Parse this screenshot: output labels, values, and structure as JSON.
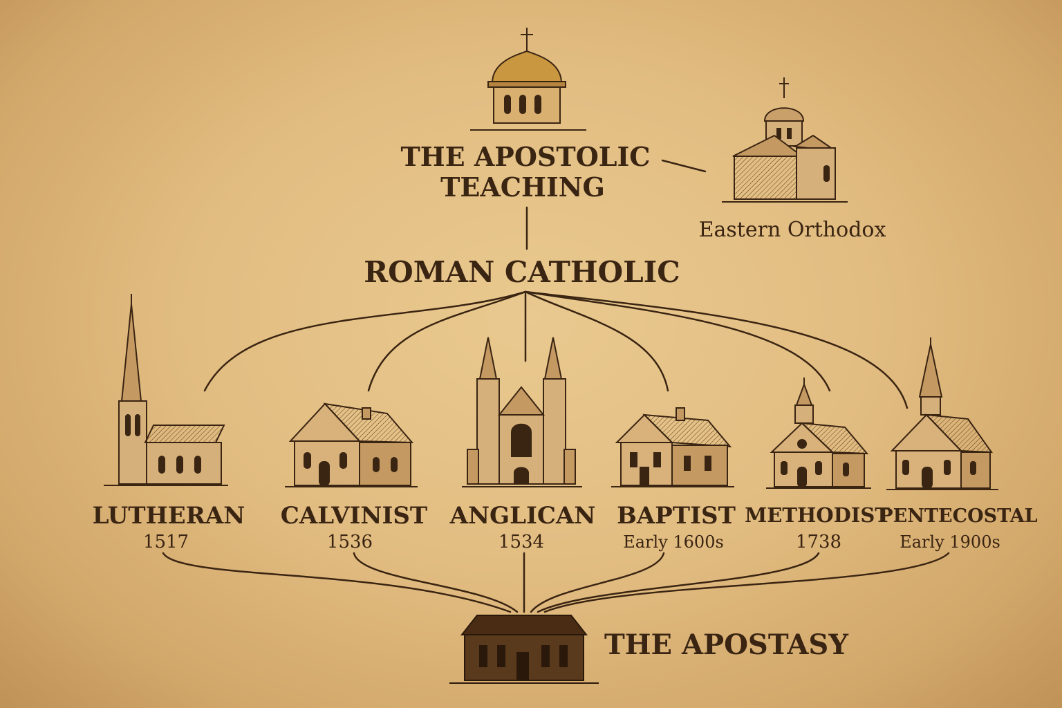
{
  "top": {
    "title_line1": "THE APOSTOLIC",
    "title_line2": "TEACHING"
  },
  "orthodox": {
    "label": "Eastern Orthodox"
  },
  "catholic": {
    "label": "ROMAN CATHOLIC"
  },
  "denominations": [
    {
      "name": "LUTHERAN",
      "date": "1517"
    },
    {
      "name": "CALVINIST",
      "date": "1536"
    },
    {
      "name": "ANGLICAN",
      "date": "1534"
    },
    {
      "name": "BAPTIST",
      "date": "Early 1600s"
    },
    {
      "name": "METHODIST",
      "date": "1738"
    },
    {
      "name": "PENTECOSTAL",
      "date": "Early 1900s"
    }
  ],
  "bottom": {
    "label": "THE APOSTASY"
  },
  "colors": {
    "ink": "#3a2412",
    "parchment": "#e2bd82",
    "dome": "#c9973f"
  }
}
